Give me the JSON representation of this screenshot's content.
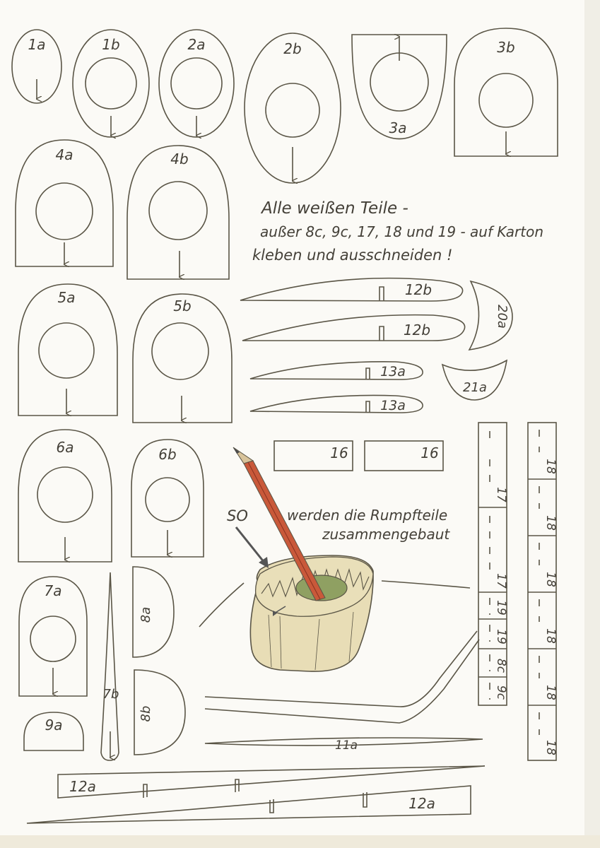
{
  "instructions": {
    "line1": "Alle weißen Teile -",
    "line2": "außer 8c, 9c, 17, 18 und 19 - auf Karton",
    "line3": "kleben und ausschneiden !"
  },
  "caption": {
    "so": "SO",
    "line1": "werden die Rumpfteile",
    "line2": "zusammengebaut"
  },
  "labels": {
    "p1a": "1a",
    "p1b": "1b",
    "p2a": "2a",
    "p2b": "2b",
    "p3a": "3a",
    "p3b": "3b",
    "p4a": "4a",
    "p4b": "4b",
    "p5a": "5a",
    "p5b": "5b",
    "p6a": "6a",
    "p6b": "6b",
    "p7a": "7a",
    "p7b": "7b",
    "p8a": "8a",
    "p8b": "8b",
    "p9a": "9a",
    "p11a": "11a",
    "p12a_top": "12a",
    "p12a_bottom": "12a",
    "p12b_top": "12b",
    "p12b_bottom": "12b",
    "p13a_top": "13a",
    "p13a_bottom": "13a",
    "p16_left": "16",
    "p16_right": "16",
    "p20a": "20a",
    "p21a": "21a",
    "strip_left": [
      "17",
      "17",
      "19",
      "19",
      "8c",
      "9c"
    ],
    "strip_right": [
      "18",
      "18",
      "18",
      "18",
      "18",
      "18"
    ]
  },
  "colors": {
    "ink": "#5a5546",
    "pencil_body": "#c9593a",
    "pencil_wood": "#d8c39a",
    "pencil_tip": "#4a4a4a",
    "block_fill": "#e8ddb6",
    "block_hole": "#8fa062",
    "arrow": "#555555"
  }
}
